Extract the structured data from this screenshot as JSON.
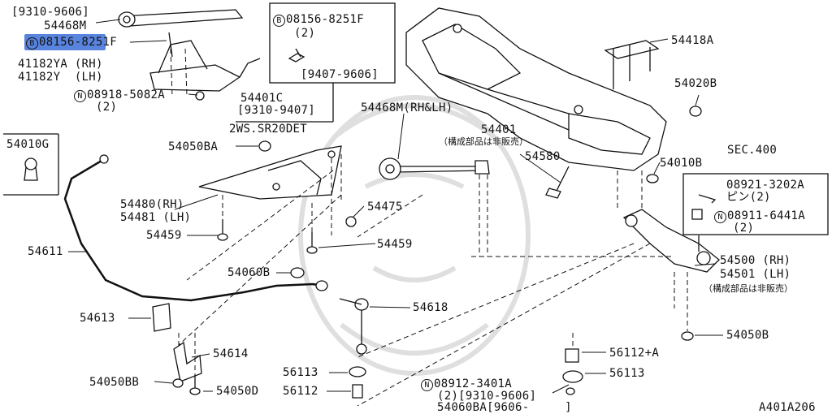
{
  "labels": {
    "date_9310_9606": "[9310-9606]",
    "p54468m_top": "54468M",
    "b_prefix": "B",
    "p08156_8251f_left": "08156-8251F",
    "p41182ya": "41182YA (RH)",
    "p41182y": "41182Y  (LH)",
    "n_prefix": "N",
    "p08918_5082a": "08918-5082A",
    "qty2": "(2)",
    "p54401c": "54401C",
    "date_9310_9407": "[9310-9407]",
    "p2ws": "2WS.SR20DET",
    "p08156_8251f_box": "08156-8251F",
    "qty2_box": "(2)",
    "date_9407_9606": "[9407-9606]",
    "p54418a": "54418A",
    "p54020b": "54020B",
    "p54468m_rhlh": "54468M(RH&LH)",
    "p54401": "54401",
    "not_sold_separately": "（構成部品は非販売）",
    "p54010g": "54010G",
    "p54050ba": "54050BA",
    "p54580": "54580",
    "p54010b": "54010B",
    "sec400": "SEC.400",
    "p08921_3202a": "08921-3202A",
    "pin2": "ピン(2)",
    "p08911_6441a": "08911-6441A",
    "qty2_sec": "(2)",
    "p54480": "54480(RH)",
    "p54481": "54481 (LH)",
    "p54475": "54475",
    "p54459_left": "54459",
    "p54459_mid": "54459",
    "p54611": "54611",
    "p54060b": "54060B",
    "p54500": "54500 (RH)",
    "p54501": "54501 (LH)",
    "not_sold_separately_2": "（構成部品は非販売）",
    "p54613": "54613",
    "p54618": "54618",
    "p54614": "54614",
    "p54050b": "54050B",
    "p56112a": "56112+A",
    "p56113_left": "56113",
    "p56113_right": "56113",
    "p54050bb": "54050BB",
    "p54050d": "54050D",
    "p56112": "56112",
    "p08912_3401a": "08912-3401A",
    "qty2_date": "(2)[9310-9606]",
    "p54060ba": "54060BA[9606-     ]",
    "diagram_id": "A401A206"
  },
  "colors": {
    "ink": "#111111",
    "highlight": "#3b6fd8",
    "watermark": "#d9d9d9",
    "background": "#ffffff"
  }
}
